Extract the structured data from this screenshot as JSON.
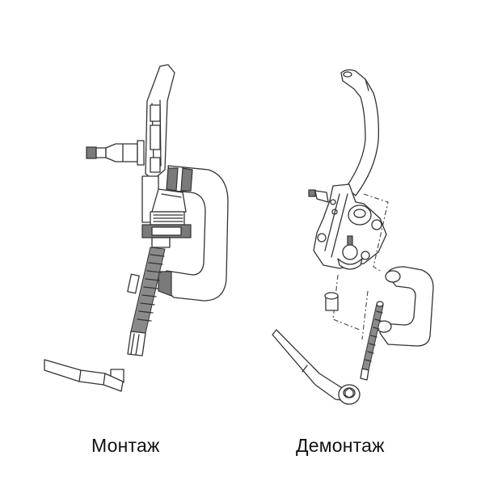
{
  "figure": {
    "panels": [
      {
        "id": "mounting",
        "caption": "Монтаж",
        "parts": [
          "steering-knuckle",
          "stub-axle",
          "c-clamp-press",
          "ball-joint-adapter",
          "threaded-screw",
          "socket-wrench-extension"
        ]
      },
      {
        "id": "dismounting",
        "caption": "Демонтаж",
        "parts": [
          "suspension-arm",
          "steering-knuckle",
          "ball-joint",
          "bushing-adapter",
          "c-clamp-press",
          "threaded-screw",
          "ratchet-wrench"
        ]
      }
    ],
    "colors": {
      "background": "#ffffff",
      "line": "#333333",
      "shade": "#7a7a7a"
    }
  }
}
